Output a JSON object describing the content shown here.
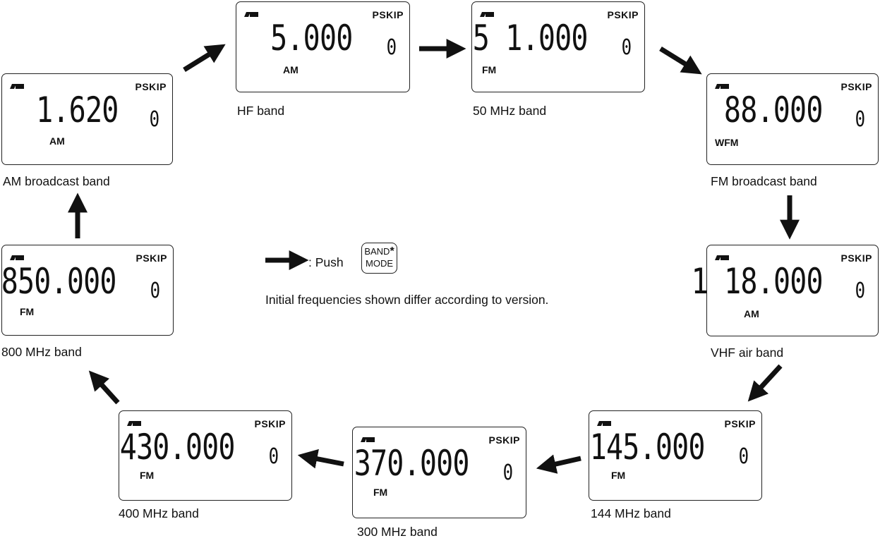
{
  "legend": {
    "push_label": ": Push",
    "key_top": "BAND",
    "key_star": "*",
    "key_bottom": "MODE",
    "note": "Initial frequencies shown differ according to version."
  },
  "displays": [
    {
      "id": "hf",
      "freq": "5.000",
      "mode": "AM",
      "skip": "PSKIP",
      "mem": "0",
      "caption": "HF band"
    },
    {
      "id": "50",
      "freq": "5 1.000",
      "mode": "FM",
      "skip": "PSKIP",
      "mem": "0",
      "caption": "50 MHz band"
    },
    {
      "id": "fmb",
      "freq": "88.000",
      "mode": "WFM",
      "skip": "PSKIP",
      "mem": "0",
      "caption": "FM broadcast band"
    },
    {
      "id": "vhf",
      "freq": "1 18.000",
      "mode": "AM",
      "skip": "PSKIP",
      "mem": "0",
      "caption": "VHF air band"
    },
    {
      "id": "144",
      "freq": "145.000",
      "mode": "FM",
      "skip": "PSKIP",
      "mem": "0",
      "caption": "144 MHz band"
    },
    {
      "id": "300",
      "freq": "370.000",
      "mode": "FM",
      "skip": "PSKIP",
      "mem": "0",
      "caption": "300 MHz band"
    },
    {
      "id": "400",
      "freq": "430.000",
      "mode": "FM",
      "skip": "PSKIP",
      "mem": "0",
      "caption": "400 MHz band"
    },
    {
      "id": "800",
      "freq": "850.000",
      "mode": "FM",
      "skip": "PSKIP",
      "mem": "0",
      "caption": "800 MHz band"
    },
    {
      "id": "amb",
      "freq": "1.620",
      "mode": "AM",
      "skip": "PSKIP",
      "mem": "0",
      "caption": "AM broadcast band"
    }
  ]
}
